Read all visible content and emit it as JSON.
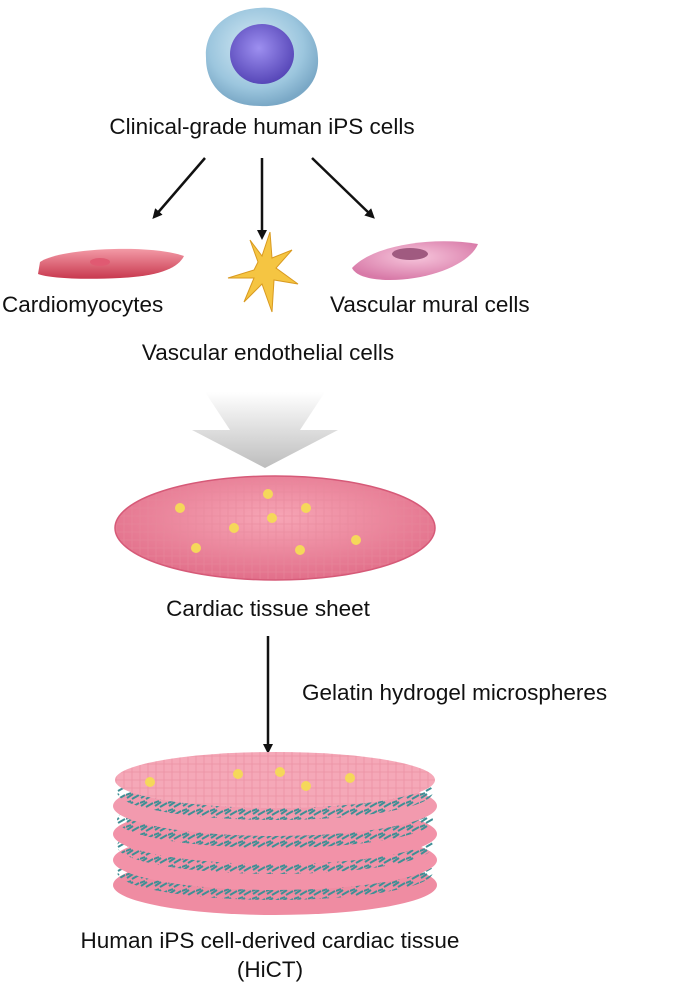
{
  "source": {
    "label": "Clinical-grade human iPS cells",
    "icon": "ips-cell-icon"
  },
  "differentiated_cells": [
    {
      "label": "Cardiomyocytes",
      "icon": "cardiomyocyte-icon"
    },
    {
      "label": "Vascular endothelial cells",
      "icon": "endothelial-cell-icon"
    },
    {
      "label": "Vascular mural cells",
      "icon": "mural-cell-icon"
    }
  ],
  "sheet": {
    "label": "Cardiac tissue sheet",
    "icon": "tissue-sheet-icon"
  },
  "step": {
    "label": "Gelatin hydrogel microspheres"
  },
  "result": {
    "label_line1": "Human iPS cell-derived cardiac tissue",
    "label_line2": "(HiCT)",
    "icon": "stacked-tissue-icon"
  },
  "colors": {
    "text": "#111111",
    "arrow": "#111111",
    "tissue_pink": "#f08aa0",
    "endothelial_yellow": "#f5c542",
    "microsphere_teal": "#3f8f95",
    "ips_blue": "#8ab8d8",
    "ips_nucleus": "#6a5cc8"
  }
}
